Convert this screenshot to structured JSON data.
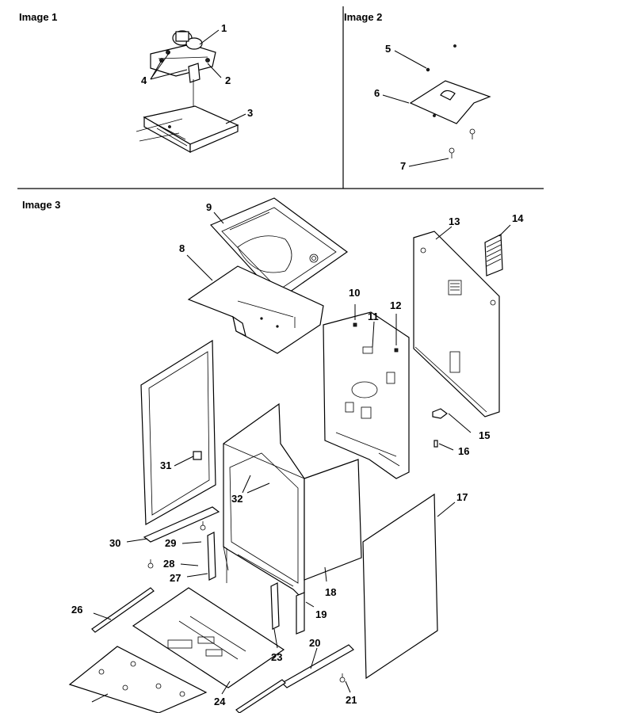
{
  "panels": {
    "image1": "Image 1",
    "image2": "Image 2",
    "image3": "Image 3"
  },
  "labels": {
    "p1": "1",
    "p2": "2",
    "p3": "3",
    "p4": "4",
    "p5": "5",
    "p6": "6",
    "p7": "7",
    "p8": "8",
    "p9": "9",
    "p10": "10",
    "p11": "11",
    "p12": "12",
    "p13": "13",
    "p14": "14",
    "p15": "15",
    "p16": "16",
    "p17": "17",
    "p18": "18",
    "p19": "19",
    "p20": "20",
    "p21": "21",
    "p23": "23",
    "p24": "24",
    "p26": "26",
    "p27": "27",
    "p28": "28",
    "p29": "29",
    "p30": "30",
    "p31": "31",
    "p32": "32"
  }
}
